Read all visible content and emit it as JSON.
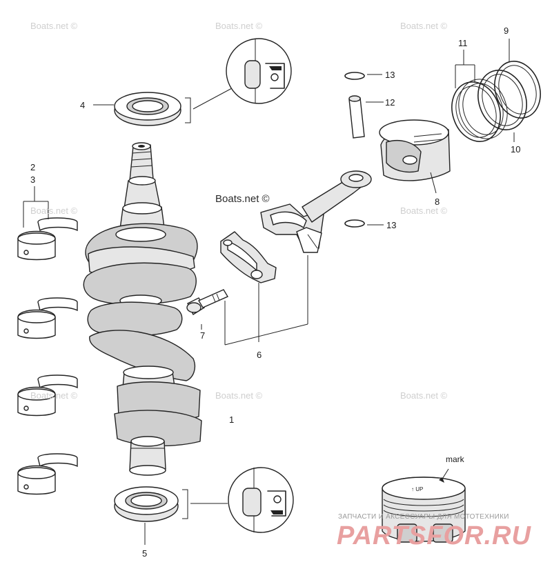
{
  "watermarks": {
    "site": "Boats.net ©",
    "brand_tagline": "ЗАПЧАСТИ И АКСЕССУАРЫ ДЛЯ МОТОТЕХНИКИ",
    "brand_logo": "PARTSFOR.RU"
  },
  "callouts": {
    "p1": "1",
    "p2": "2",
    "p3": "3",
    "p4": "4",
    "p5": "5",
    "p6": "6",
    "p7": "7",
    "p8": "8",
    "p9": "9",
    "p10": "10",
    "p11": "11",
    "p12": "12",
    "p13a": "13",
    "p13b": "13"
  },
  "annotations": {
    "mark": "mark"
  }
}
